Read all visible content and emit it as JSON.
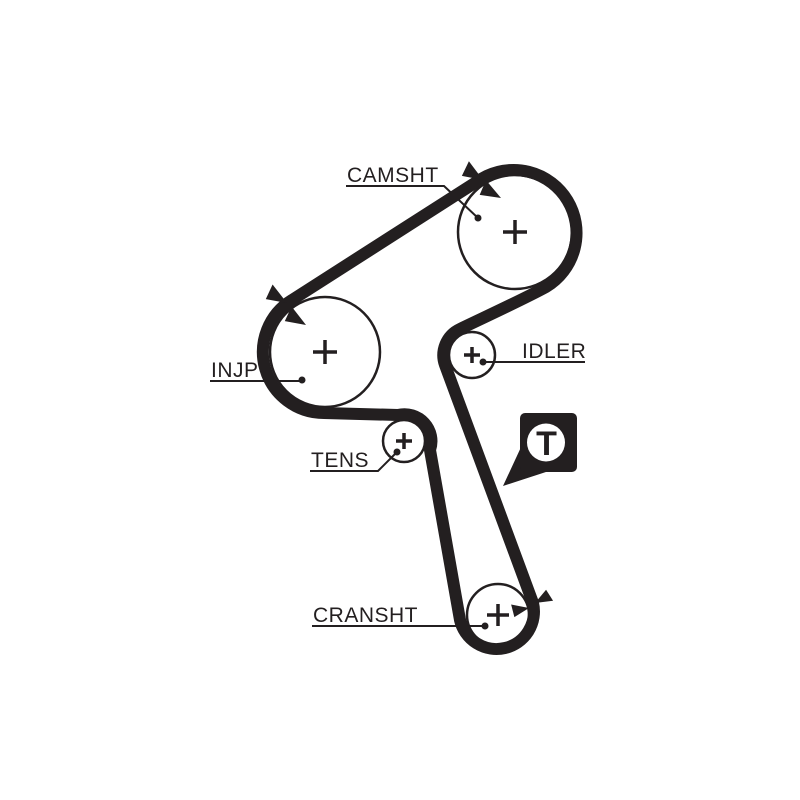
{
  "diagram": {
    "type": "timing-belt-routing-diagram",
    "ink_color": "#231f20",
    "background_color": "#ffffff",
    "labels": {
      "camshaft": "CAMSHT",
      "injection_pump": "INJP",
      "idler": "IDLER",
      "tensioner": "TENS",
      "crankshaft": "CRANSHT"
    },
    "badge": {
      "letter": "T"
    },
    "pulleys": [
      {
        "name": "camshaft",
        "label": "CAMSHT",
        "marker": "+"
      },
      {
        "name": "injection-pump",
        "label": "INJP",
        "marker": "+"
      },
      {
        "name": "idler",
        "label": "IDLER",
        "marker": "+"
      },
      {
        "name": "tensioner",
        "label": "TENS",
        "marker": "+"
      },
      {
        "name": "crankshaft",
        "label": "CRANSHT",
        "marker": "+"
      }
    ]
  }
}
